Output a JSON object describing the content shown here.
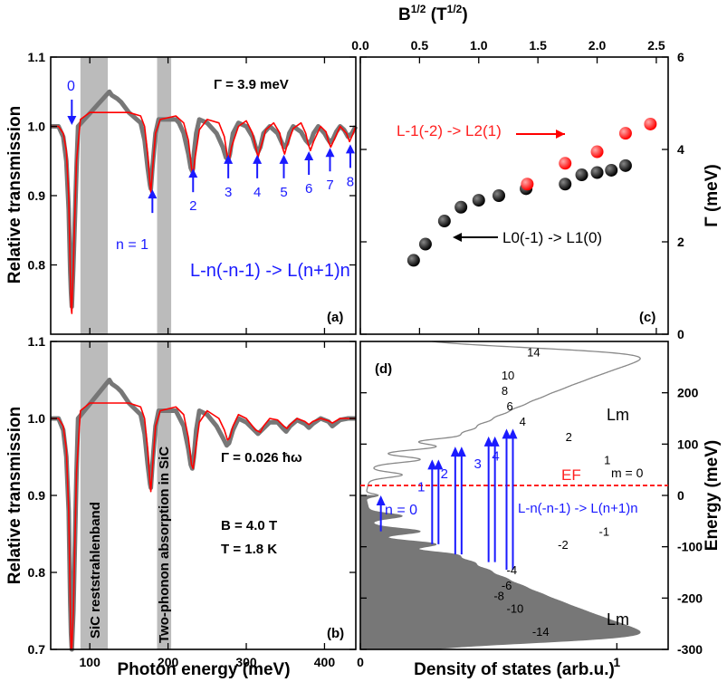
{
  "figure": {
    "panel_a_label": "(a)",
    "panel_b_label": "(b)",
    "panel_c_label": "(c)",
    "panel_d_label": "(d)",
    "band_reststrahlen": "SiC reststrahlenband",
    "band_twophonon": "Two-phonon absorption in SiC",
    "a_gamma": "Γ = 3.9 meV",
    "a_transition": "L-n(-n-1) -> L(n+1)n",
    "a_zero": "0",
    "a_n1": "n = 1",
    "a_peak_labels": [
      "2",
      "3",
      "4",
      "5",
      "6",
      "7",
      "8"
    ],
    "b_gamma": "Γ = 0.026 ħω",
    "b_field": "B = 4.0 T",
    "b_temp": "T = 1.8 K",
    "c_label_red": "L-1(-2) -> L2(1)",
    "c_label_black": "L0(-1) -> L1(0)",
    "d_lm_top": "Lm",
    "d_lm_bottom": "Lm",
    "d_ef": "EF",
    "d_m0": "m = 0",
    "d_transition": "L-n(-n-1) -> L(n+1)n",
    "d_n0": "n = 0",
    "d_arrow_labels": [
      "1",
      "2",
      "3",
      "4"
    ],
    "d_level_labels_pos": [
      "1",
      "2",
      "4",
      "6",
      "8",
      "10",
      "14"
    ],
    "d_level_labels_neg": [
      "-1",
      "-2",
      "-4",
      "-6",
      "-8",
      "-10",
      "-14"
    ]
  },
  "chart_data": [
    {
      "type": "line",
      "panel": "a",
      "xlabel": "",
      "ylabel": "Relative transmission",
      "xlim": [
        50,
        440
      ],
      "ylim": [
        0.7,
        1.1
      ],
      "yticks": [
        "0.8",
        "0.9",
        "1.0",
        "1.1"
      ],
      "series": [
        {
          "name": "experiment",
          "color": "#777777",
          "x": [
            50,
            60,
            66,
            70,
            73,
            75,
            76,
            77,
            79,
            83,
            85,
            125,
            128,
            135,
            140,
            150,
            160,
            165,
            170,
            174,
            177,
            178,
            180,
            184,
            188,
            210,
            214,
            220,
            226,
            229,
            231,
            232,
            233,
            236,
            240,
            250,
            262,
            270,
            274,
            277,
            279,
            283,
            290,
            300,
            308,
            312,
            315,
            318,
            322,
            330,
            340,
            346,
            349,
            352,
            355,
            360,
            370,
            376,
            380,
            383,
            386,
            392,
            400,
            404,
            407,
            411,
            415,
            420,
            425,
            430,
            435,
            440
          ],
          "y": [
            1.0,
            1.0,
            0.985,
            0.95,
            0.88,
            0.79,
            0.76,
            0.74,
            0.8,
            0.94,
            1.0,
            1.05,
            1.045,
            1.04,
            1.035,
            1.02,
            1.01,
            1.005,
            0.98,
            0.94,
            0.915,
            0.91,
            0.94,
            0.99,
            1.01,
            1.01,
            1.005,
            0.99,
            0.96,
            0.94,
            0.935,
            0.94,
            0.96,
            0.99,
            1.01,
            1.005,
            0.99,
            0.97,
            0.955,
            0.952,
            0.96,
            0.99,
            1.005,
            1.0,
            0.985,
            0.97,
            0.963,
            0.97,
            0.99,
            1.0,
            0.99,
            0.975,
            0.97,
            0.975,
            0.99,
            1.0,
            0.992,
            0.98,
            0.975,
            0.98,
            0.99,
            1.0,
            0.99,
            0.982,
            0.977,
            0.982,
            0.992,
            1.0,
            0.995,
            0.985,
            0.99,
            1.0
          ]
        },
        {
          "name": "fit",
          "color": "#ff0000",
          "x": [
            50,
            60,
            66,
            70,
            73,
            75,
            76,
            77,
            79,
            83,
            88,
            100,
            120,
            150,
            165,
            170,
            174,
            177,
            178,
            180,
            184,
            190,
            210,
            220,
            226,
            230,
            232,
            234,
            240,
            250,
            265,
            272,
            276,
            278,
            281,
            290,
            300,
            308,
            312,
            315,
            318,
            325,
            335,
            343,
            346,
            349,
            352,
            360,
            370,
            376,
            379,
            382,
            386,
            395,
            402,
            405,
            408,
            412,
            420,
            428,
            432,
            436,
            440
          ],
          "y": [
            1.0,
            1.0,
            0.99,
            0.965,
            0.9,
            0.79,
            0.74,
            0.73,
            0.8,
            0.95,
            1.01,
            1.02,
            1.02,
            1.02,
            1.015,
            1.0,
            0.96,
            0.915,
            0.905,
            0.935,
            0.99,
            1.01,
            1.015,
            1.005,
            0.98,
            0.94,
            0.93,
            0.95,
            0.995,
            1.01,
            1.005,
            0.985,
            0.955,
            0.95,
            0.97,
            1.0,
            1.008,
            0.99,
            0.97,
            0.955,
            0.968,
            0.995,
            1.005,
            0.99,
            0.97,
            0.96,
            0.972,
            0.997,
            1.005,
            0.99,
            0.975,
            0.965,
            0.978,
            1.0,
            0.992,
            0.978,
            0.97,
            0.98,
            1.0,
            0.99,
            0.978,
            0.988,
            1.0
          ]
        }
      ]
    },
    {
      "type": "line",
      "panel": "b",
      "xlabel": "Photon energy (meV)",
      "ylabel": "Relative transmission",
      "xlim": [
        50,
        440
      ],
      "ylim": [
        0.7,
        1.1
      ],
      "xticks": [
        "100",
        "200",
        "300",
        "400"
      ],
      "yticks": [
        "0.7",
        "0.8",
        "0.9",
        "1.0",
        "1.1"
      ],
      "series": [
        {
          "name": "experiment",
          "color": "#777777",
          "x": [
            50,
            60,
            66,
            70,
            73,
            75,
            76,
            77,
            79,
            83,
            85,
            125,
            128,
            135,
            140,
            150,
            160,
            165,
            170,
            174,
            177,
            178,
            180,
            184,
            188,
            210,
            220,
            226,
            229,
            231,
            233,
            236,
            240,
            250,
            262,
            270,
            275,
            278,
            283,
            290,
            300,
            310,
            315,
            320,
            330,
            340,
            347,
            351,
            356,
            365,
            375,
            380,
            385,
            395,
            405,
            410,
            420,
            430,
            440
          ],
          "y": [
            1.0,
            1.0,
            0.985,
            0.95,
            0.88,
            0.76,
            0.72,
            0.7,
            0.75,
            0.93,
            1.0,
            1.05,
            1.045,
            1.04,
            1.035,
            1.02,
            1.01,
            1.005,
            0.98,
            0.94,
            0.915,
            0.91,
            0.94,
            0.99,
            1.01,
            1.01,
            0.99,
            0.96,
            0.94,
            0.935,
            0.95,
            0.985,
            1.01,
            1.005,
            0.99,
            0.975,
            0.965,
            0.968,
            0.985,
            1.0,
            0.995,
            0.985,
            0.98,
            0.985,
            0.995,
            0.995,
            0.987,
            0.983,
            0.99,
            0.998,
            0.993,
            0.988,
            0.993,
            1.0,
            0.996,
            0.99,
            0.998,
            1.0,
            1.0
          ]
        },
        {
          "name": "fit",
          "color": "#ff0000",
          "x": [
            50,
            60,
            66,
            70,
            73,
            75,
            76,
            77,
            79,
            83,
            88,
            100,
            150,
            165,
            170,
            174,
            177,
            178,
            180,
            184,
            190,
            210,
            220,
            226,
            230,
            232,
            234,
            240,
            250,
            265,
            272,
            276,
            279,
            283,
            290,
            300,
            312,
            318,
            322,
            330,
            340,
            348,
            352,
            357,
            365,
            375,
            380,
            385,
            395,
            405,
            410,
            420,
            440
          ],
          "y": [
            1.0,
            1.0,
            0.99,
            0.96,
            0.88,
            0.76,
            0.7,
            0.7,
            0.75,
            0.93,
            1.01,
            1.02,
            1.02,
            1.015,
            1.0,
            0.96,
            0.915,
            0.905,
            0.935,
            0.99,
            1.01,
            1.015,
            1.005,
            0.975,
            0.94,
            0.935,
            0.95,
            0.995,
            1.01,
            1.0,
            0.985,
            0.972,
            0.975,
            0.99,
            1.005,
            1.0,
            0.985,
            0.982,
            0.99,
            1.0,
            0.998,
            0.99,
            0.987,
            0.993,
            1.0,
            0.996,
            0.992,
            0.996,
            1.0,
            0.997,
            0.994,
            1.0,
            1.0
          ]
        }
      ]
    },
    {
      "type": "scatter",
      "panel": "c",
      "xlabel": "B1/2 (T1/2)",
      "ylabel": "Γ (meV)",
      "xlim": [
        0,
        2.6
      ],
      "ylim": [
        0,
        6
      ],
      "xticks": [
        "0.0",
        "0.5",
        "1.0",
        "1.5",
        "2.0",
        "2.5"
      ],
      "yticks": [
        "0",
        "2",
        "4",
        "6"
      ],
      "series": [
        {
          "name": "L0(-1) -> L1(0)",
          "color": "#000000",
          "x": [
            0.45,
            0.55,
            0.71,
            0.85,
            1.0,
            1.17,
            1.4,
            1.73,
            1.87,
            2.0,
            2.12,
            2.24
          ],
          "y": [
            1.6,
            1.95,
            2.45,
            2.75,
            2.9,
            3.0,
            3.15,
            3.25,
            3.45,
            3.5,
            3.55,
            3.65
          ]
        },
        {
          "name": "L-1(-2) -> L2(1)",
          "color": "#ff0000",
          "x": [
            1.41,
            1.73,
            2.0,
            2.24,
            2.45
          ],
          "y": [
            3.25,
            3.7,
            3.95,
            4.35,
            4.55
          ]
        }
      ]
    },
    {
      "type": "line",
      "panel": "d",
      "xlabel": "Density of states (arb.u.)",
      "ylabel": "Energy (meV)",
      "xlim": [
        0,
        1.2
      ],
      "ylim": [
        -300,
        300
      ],
      "xticks": [
        "0",
        "1"
      ],
      "yticks": [
        "-300",
        "-200",
        "-100",
        "0",
        "100",
        "200"
      ],
      "level_energies": [
        -280,
        -265,
        -250,
        -235,
        -220,
        -205,
        -190,
        -175,
        -160,
        -145,
        -130,
        -115,
        -95,
        -70,
        -40,
        0,
        40,
        70,
        95,
        115,
        130,
        145,
        160,
        175,
        190,
        205,
        220,
        235,
        250,
        265,
        280
      ],
      "transitions_meV": [
        [
          -70,
          0
        ],
        [
          -95,
          70
        ],
        [
          -115,
          95
        ],
        [
          -130,
          115
        ],
        [
          -145,
          130
        ]
      ]
    }
  ]
}
